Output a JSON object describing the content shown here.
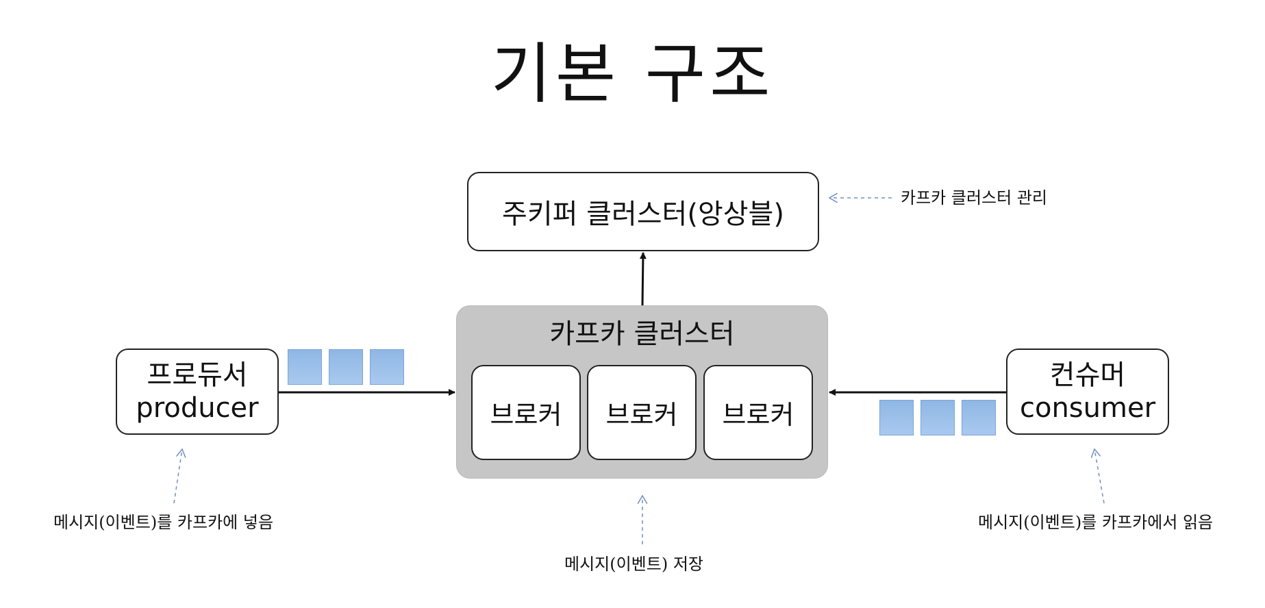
{
  "title": "기본 구조",
  "zookeeper": {
    "label": "주키퍼 클러스터(앙상블)"
  },
  "kafka_cluster": {
    "label": "카프카 클러스터",
    "brokers": [
      "브로커",
      "브로커",
      "브로커"
    ]
  },
  "producer": {
    "label_ko": "프로듀서",
    "label_en": "producer"
  },
  "consumer": {
    "label_ko": "컨슈머",
    "label_en": "consumer"
  },
  "notes": {
    "zookeeper": "카프카 클러스터 관리",
    "producer": "메시지(이벤트)를 카프카에 넣음",
    "cluster": "메시지(이벤트) 저장",
    "consumer": "메시지(이벤트)를 카프카에서 읽음"
  },
  "colors": {
    "message_block": "#a9c9ef",
    "cluster_bg": "#c6c6c6",
    "note_arrow": "#6f8fbf"
  }
}
